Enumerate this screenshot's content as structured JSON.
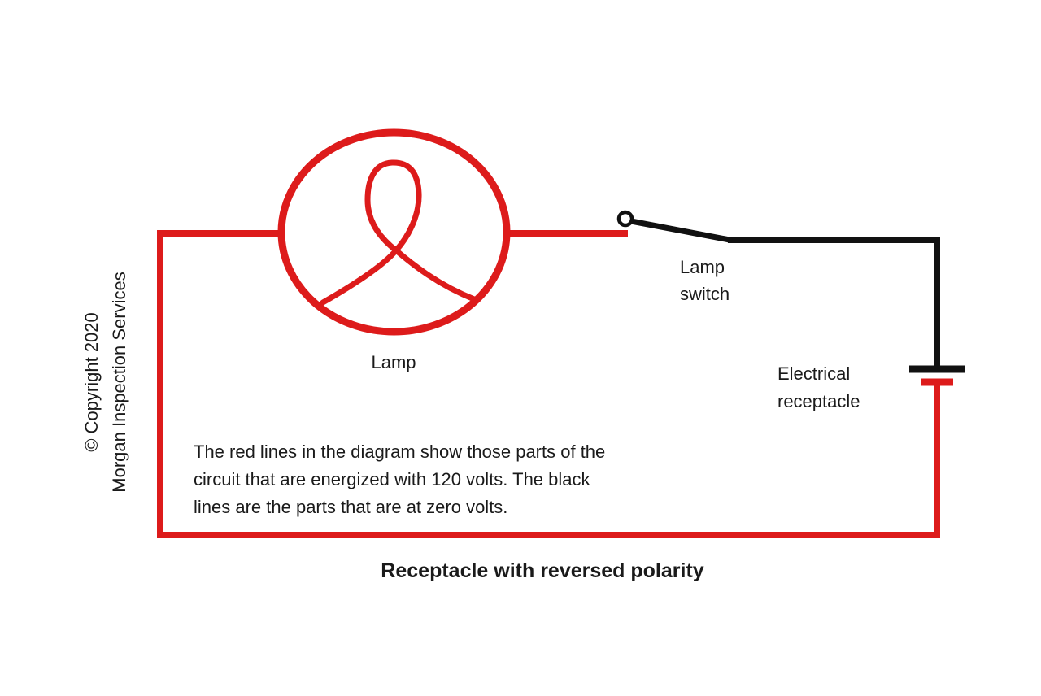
{
  "colors": {
    "energized_red": "#dd1b1b",
    "neutral_black": "#111111"
  },
  "lamp": {
    "label": "Lamp"
  },
  "switch": {
    "label_line1": "Lamp",
    "label_line2": "switch"
  },
  "receptacle": {
    "label_line1": "Electrical",
    "label_line2": "receptacle"
  },
  "annotation": {
    "line1": "The red lines in the diagram show those parts of the",
    "line2": "circuit that are energized with 120 volts. The black",
    "line3": "lines are the parts that are at zero volts."
  },
  "caption": "Receptacle with reversed polarity",
  "copyright": {
    "line1": "© Copyright 2020",
    "line2": "Morgan Inspection Services"
  }
}
